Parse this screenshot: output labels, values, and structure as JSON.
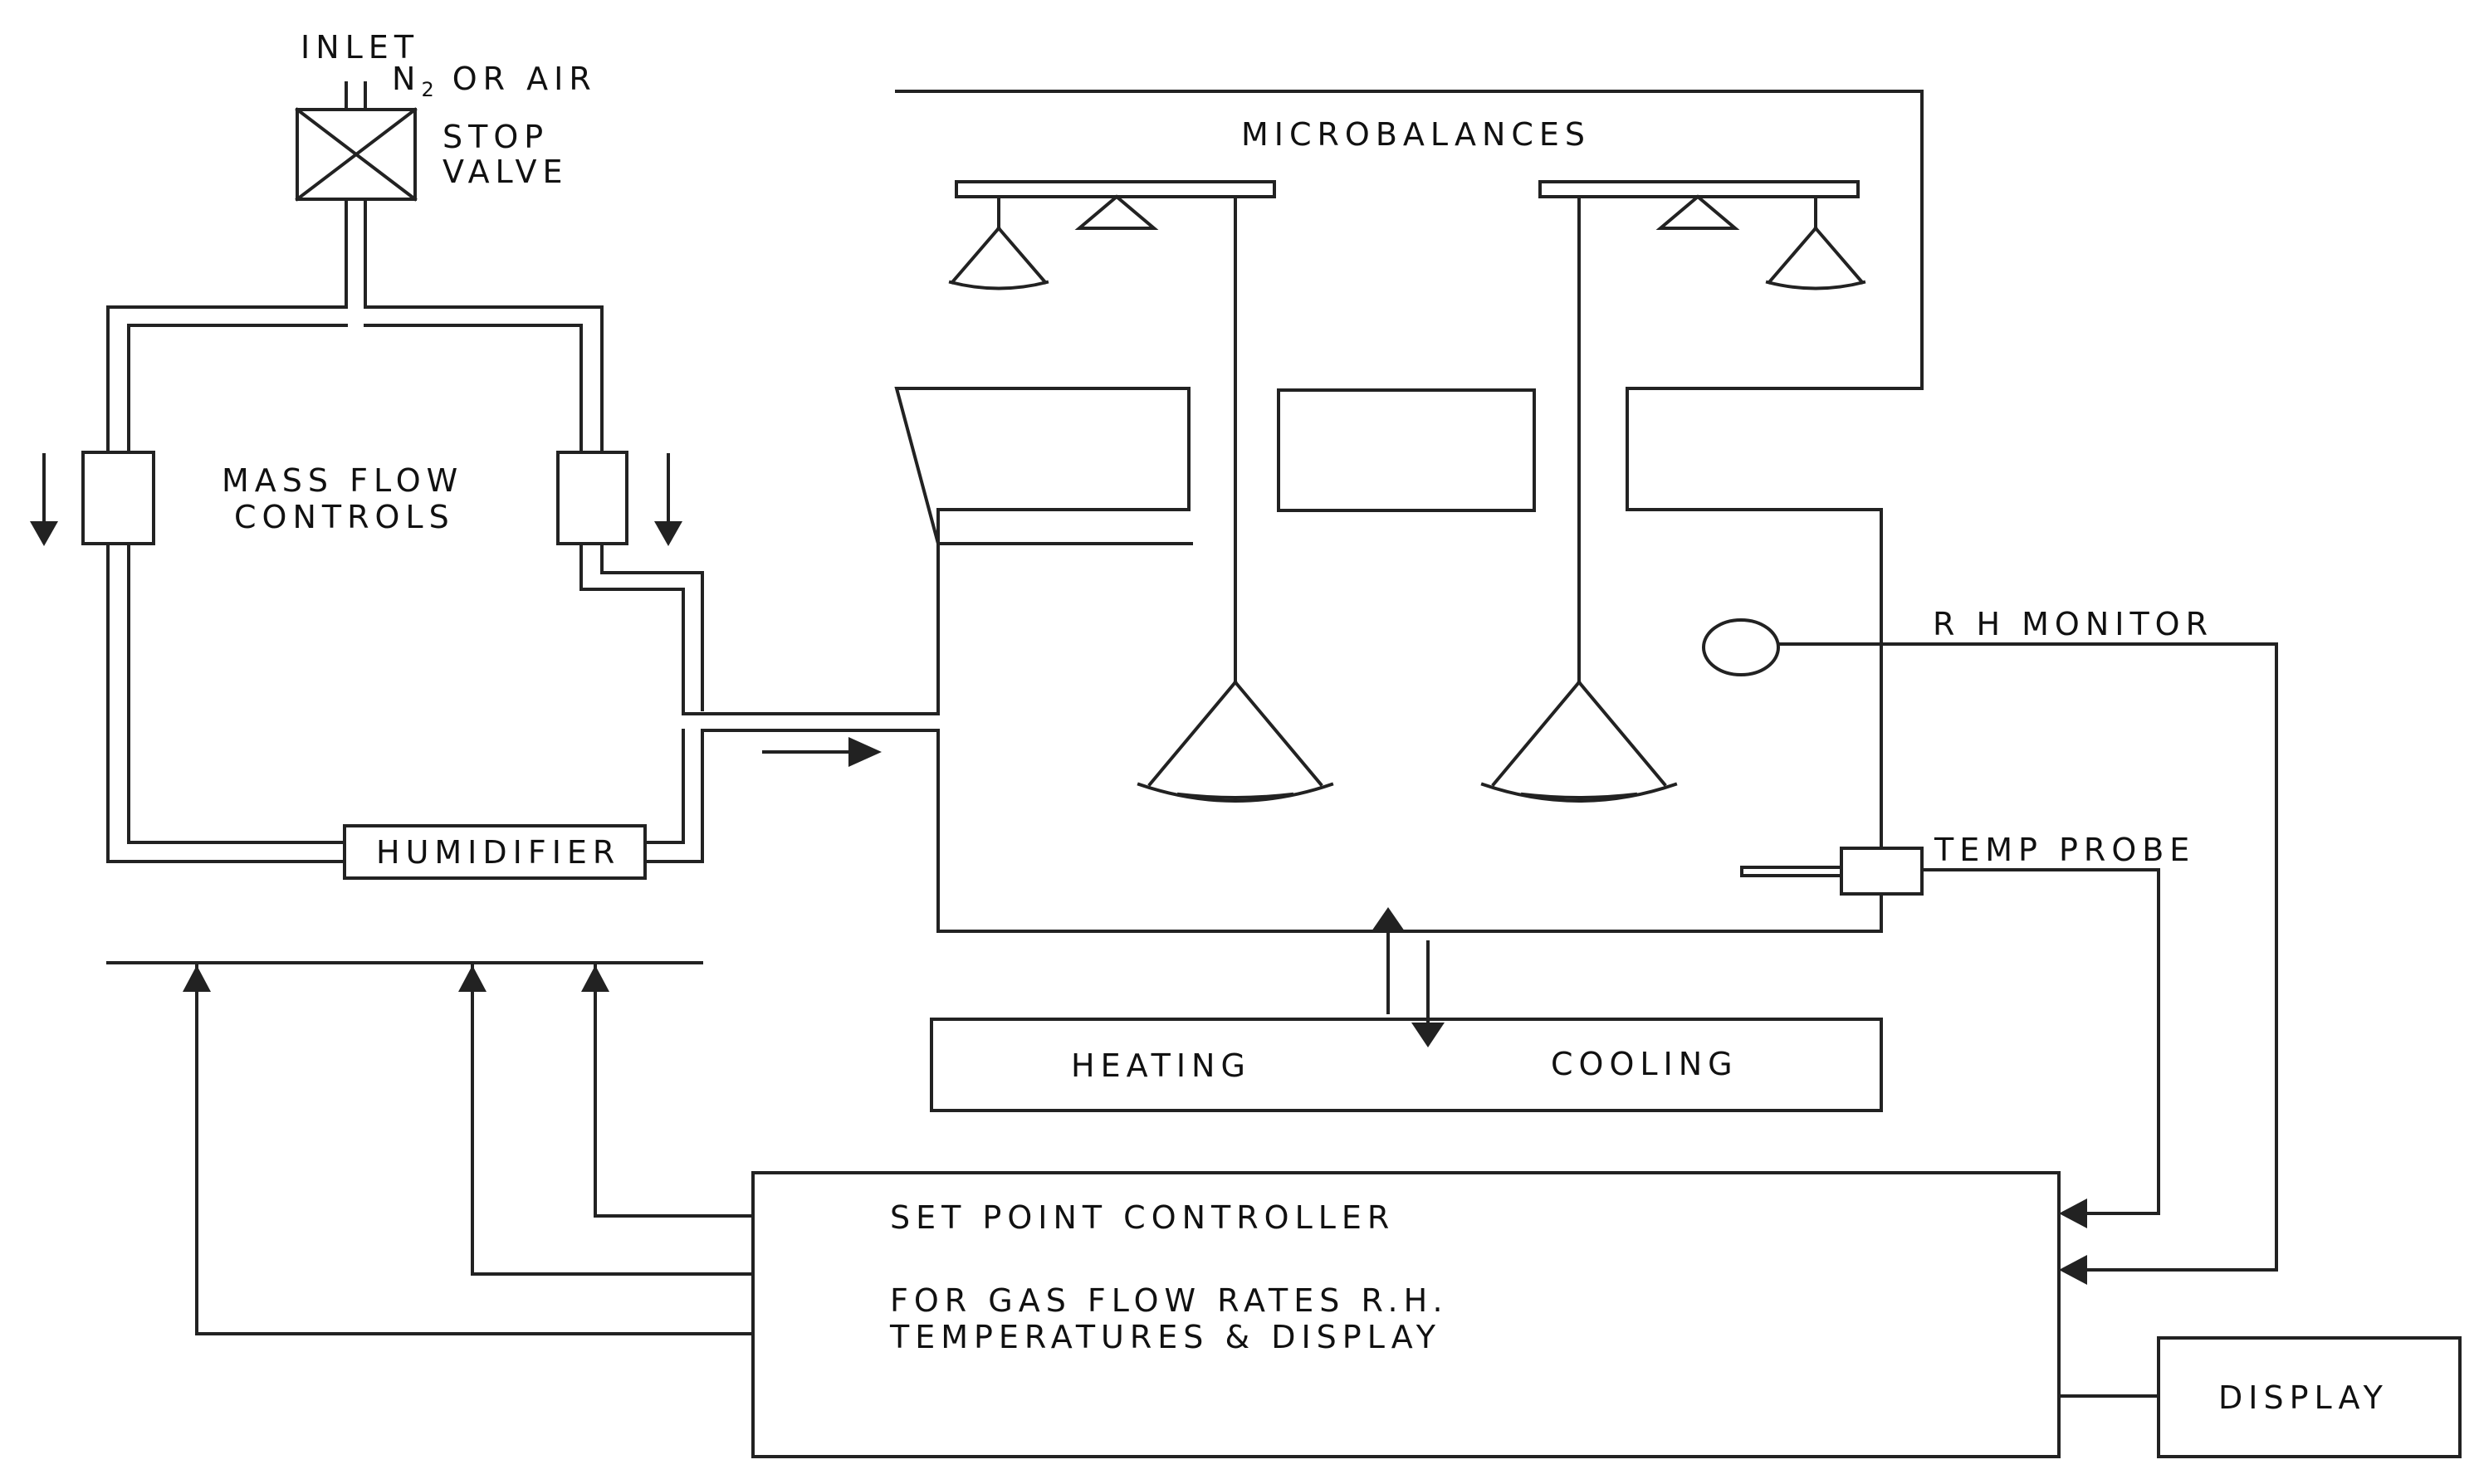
{
  "labels": {
    "inlet": "INLET",
    "gas_n": "N",
    "gas_sub": "2",
    "gas_rest": "OR AIR",
    "stop_line1": "STOP",
    "stop_line2": "VALVE",
    "mfc_line1": "MASS FLOW",
    "mfc_line2": "CONTROLS",
    "humidifier": "HUMIDIFIER",
    "microbalances": "MICROBALANCES",
    "rh_monitor": "R H MONITOR",
    "temp_probe": "TEMP PROBE",
    "heating": "HEATING",
    "cooling": "COOLING",
    "controller_line1": "SET POINT CONTROLLER",
    "controller_line2": "FOR GAS FLOW RATES R.H.",
    "controller_line3": "TEMPERATURES & DISPLAY",
    "display": "DISPLAY"
  },
  "colors": {
    "ink": "#222222",
    "background": "#ffffff"
  }
}
